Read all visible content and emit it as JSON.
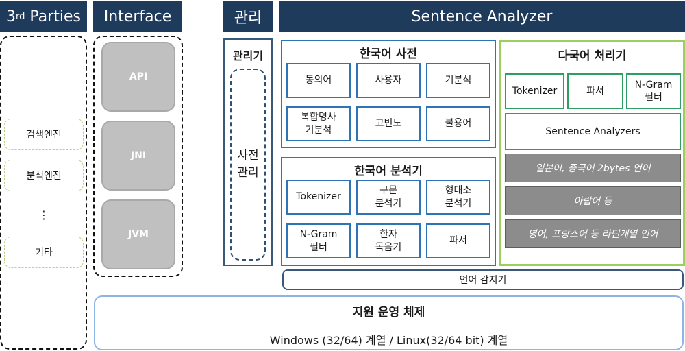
{
  "headers": {
    "third_parties_main": "3",
    "third_parties_sup": "rd",
    "third_parties_rest": " Parties",
    "interface": "Interface",
    "management": "관리",
    "sentence_analyzer": "Sentence Analyzer"
  },
  "third_parties": {
    "items": [
      "검색엔진",
      "분석엔진",
      "기타"
    ],
    "ellipsis": "⋮"
  },
  "interface": {
    "items": [
      "API",
      "JNI",
      "JVM"
    ]
  },
  "management": {
    "title": "관리기",
    "inner": "사전\n관리"
  },
  "korean_dictionary": {
    "title": "한국어 사전",
    "cells": [
      "동의어",
      "사용자",
      "기분석",
      "복합명사\n기분석",
      "고빈도",
      "불용어"
    ]
  },
  "korean_analyzer": {
    "title": "한국어 분석기",
    "cells": [
      "Tokenizer",
      "구문\n분석기",
      "형태소\n분석기",
      "N-Gram\n필터",
      "한자\n독음기",
      "파서"
    ]
  },
  "multilingual": {
    "title": "다국어 처리기",
    "row": [
      "Tokenizer",
      "파서",
      "N-Gram\n필터"
    ],
    "sentence_analyzers": "Sentence Analyzers",
    "languages": [
      "일본어, 중국어 2bytes 언어",
      "아랍어 등",
      "영어, 프랑스어 등 라틴계열 언어"
    ]
  },
  "language_detector": "언어 감지기",
  "os_support": {
    "title": "지원 운영 체제",
    "text": "Windows (32/64) 계열 / Linux(32/64 bit) 계열"
  },
  "colors": {
    "header_bg": "#1f3b5c",
    "korean_border": "#2f75b6",
    "multilingual_border": "#9bd05e",
    "multilingual_cell_border": "#2e9e62",
    "grey_box": "#8c8c8c",
    "interface_box": "#c0c0c0"
  }
}
